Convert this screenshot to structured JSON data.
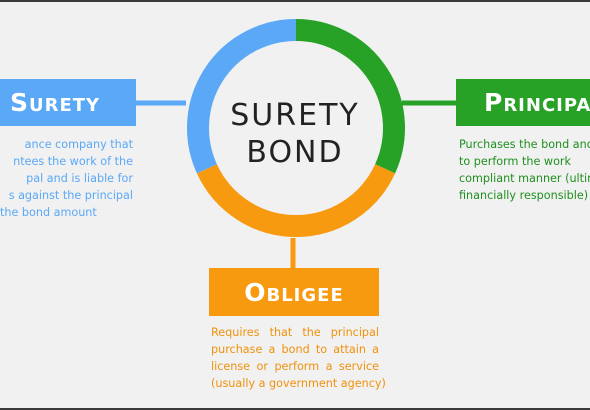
{
  "center": {
    "line1": "SURETY",
    "line2": "BOND"
  },
  "nodes": {
    "surety": {
      "title": "Surety",
      "desc_lines": [
        "ance company that",
        "ntees the work of the",
        "pal and is liable for",
        "s against the principal",
        "the bond amount"
      ]
    },
    "principal": {
      "title": "Principal",
      "desc_lines": [
        "Purchases the bond and a",
        "to perform the work",
        "compliant manner (ultim",
        "financially responsible)"
      ]
    },
    "obligee": {
      "title": "Obligee",
      "desc_lines": [
        "Requires that the principal",
        "purchase a bond to attain a",
        "license or perform a service",
        "(usually a government agency)"
      ]
    }
  },
  "colors": {
    "blue": "#5aa8f6",
    "green": "#27a227",
    "orange": "#f79a0f",
    "background": "#f1f1f1"
  }
}
